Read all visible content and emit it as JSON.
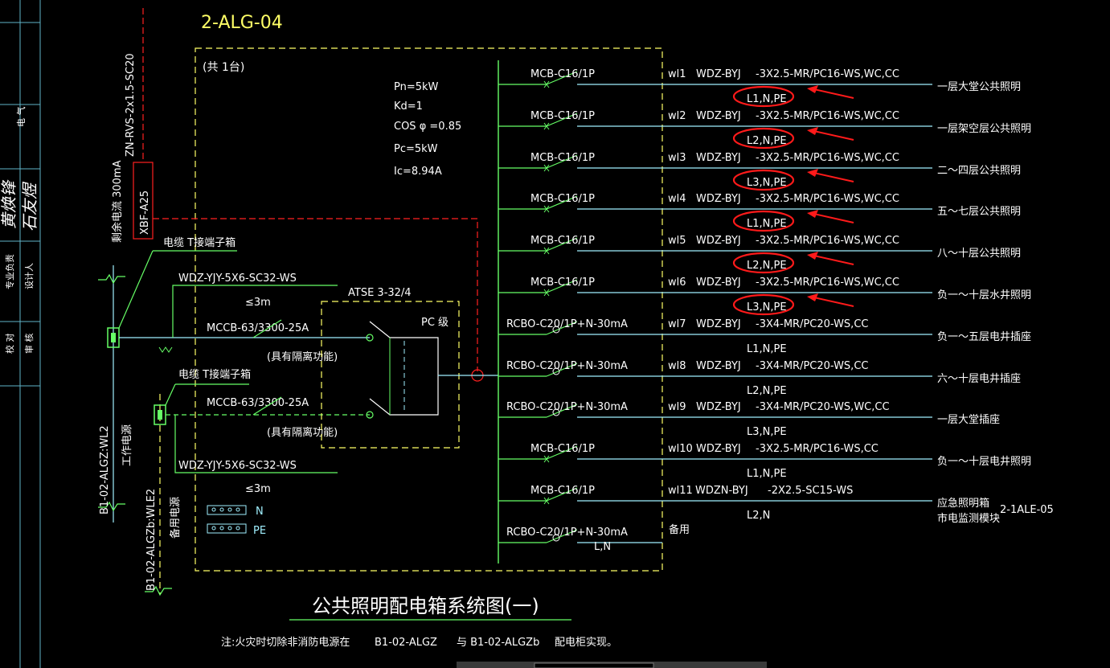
{
  "drawing": {
    "title_code": "2-ALG-04",
    "quantity_note": "(共  1台)",
    "bottom_title": "公共照明配电箱系统图(一)",
    "note_prefix": "注:火灾时切除非消防电源在",
    "note_cabinet_1": "B1-02-ALGZ",
    "note_conj": "与 B1-02-ALGZb",
    "note_suffix": "配电柜实现。"
  },
  "parameters": {
    "pn": "Pn=5kW",
    "kd": "Kd=1",
    "cos": "COS φ =0.85",
    "pc": "Pc=5kW",
    "ic": "Ic=8.94A"
  },
  "incoming": {
    "top_cable": "ZN-RVS-2x1.5-SC20",
    "residual_device": "XBF-A25",
    "residual_current": "剩余电流  300mA",
    "terminal_box_1": "电缆 T接端子箱",
    "terminal_box_2": "电缆 T接端子箱",
    "cable_1": "WDZ-YJY-5X6-SC32-WS",
    "cable_2": "WDZ-YJY-5X6-SC32-WS",
    "length_1": "≤3m",
    "length_2": "≤3m",
    "mccb_1": "MCCB-63/3300-25A",
    "mccb_2": "MCCB-63/3300-25A",
    "isolation_1": "(具有隔离功能)",
    "isolation_2": "(具有隔离功能)",
    "atse": "ATSE   3-32/4",
    "pc_class": "PC 级",
    "work_power": "B1-02-ALGZ:WL2",
    "work_power_label": "工作电源",
    "backup_power": "B1-02-ALGZb:WLE2",
    "backup_power_label": "备用电源",
    "bus_n": "N",
    "bus_pe": "PE"
  },
  "circuits": [
    {
      "breaker": "MCB-C16/1P",
      "id": "wl1",
      "cable": "WDZ-BYJ",
      "spec": "-3X2.5-MR/PC16-WS,WC,CC",
      "phase": "L1,N,PE",
      "load": "一层大堂公共照明",
      "marked": true
    },
    {
      "breaker": "MCB-C16/1P",
      "id": "wl2",
      "cable": "WDZ-BYJ",
      "spec": "-3X2.5-MR/PC16-WS,WC,CC",
      "phase": "L2,N,PE",
      "load": "一层架空层公共照明",
      "marked": true
    },
    {
      "breaker": "MCB-C16/1P",
      "id": "wl3",
      "cable": "WDZ-BYJ",
      "spec": "-3X2.5-MR/PC16-WS,WC,CC",
      "phase": "L3,N,PE",
      "load": "二～四层公共照明",
      "marked": true
    },
    {
      "breaker": "MCB-C16/1P",
      "id": "wl4",
      "cable": "WDZ-BYJ",
      "spec": "-3X2.5-MR/PC16-WS,WC,CC",
      "phase": "L1,N,PE",
      "load": "五～七层公共照明",
      "marked": true
    },
    {
      "breaker": "MCB-C16/1P",
      "id": "wl5",
      "cable": "WDZ-BYJ",
      "spec": "-3X2.5-MR/PC16-WS,WC,CC",
      "phase": "L2,N,PE",
      "load": "八～十层公共照明",
      "marked": true
    },
    {
      "breaker": "MCB-C16/1P",
      "id": "wl6",
      "cable": "WDZ-BYJ",
      "spec": "-3X2.5-MR/PC16-WS,WC,CC",
      "phase": "L3,N,PE",
      "load": "负一～十层水井照明",
      "marked": true
    },
    {
      "breaker": "RCBO-C20/1P+N-30mA",
      "id": "wl7",
      "cable": "WDZ-BYJ",
      "spec": "-3X4-MR/PC20-WS,CC",
      "phase": "L1,N,PE",
      "load": "负一～五层电井插座",
      "marked": false
    },
    {
      "breaker": "RCBO-C20/1P+N-30mA",
      "id": "wl8",
      "cable": "WDZ-BYJ",
      "spec": "-3X4-MR/PC20-WS,CC",
      "phase": "L2,N,PE",
      "load": "六～十层电井插座",
      "marked": false
    },
    {
      "breaker": "RCBO-C20/1P+N-30mA",
      "id": "wl9",
      "cable": "WDZ-BYJ",
      "spec": "-3X4-MR/PC20-WS,WC,CC",
      "phase": "L3,N,PE",
      "load": "一层大堂插座",
      "marked": false
    },
    {
      "breaker": "MCB-C16/1P",
      "id": "wl10",
      "cable": "WDZ-BYJ",
      "spec": "-3X2.5-MR/PC16-WS,CC",
      "phase": "L1,N,PE",
      "load": "负一～十层电井照明",
      "marked": false
    },
    {
      "breaker": "MCB-C16/1P",
      "id": "wl11",
      "cable": "WDZN-BYJ",
      "spec": "-2X2.5-SC15-WS",
      "phase": "L2,N",
      "load": "应急照明箱",
      "load_2": "市电监测模块",
      "ref": "2-1ALE-05",
      "marked": false
    },
    {
      "breaker": "RCBO-C20/1P+N-30mA",
      "id": "",
      "cable": "",
      "spec": "",
      "phase": "L,N",
      "load": "备用",
      "marked": false
    }
  ],
  "title_block": {
    "cells": [
      "电 气",
      "专业负责",
      "设计人",
      "校 对",
      "审 核"
    ],
    "signature_1": "黄焕锋",
    "signature_2": "石友煜"
  },
  "colors": {
    "background": "#000000",
    "yellow": "#ffff66",
    "cyan": "#a0f0ff",
    "green": "#66ff66",
    "red": "#ff2020",
    "annotation_red": "#ff1a1a"
  }
}
